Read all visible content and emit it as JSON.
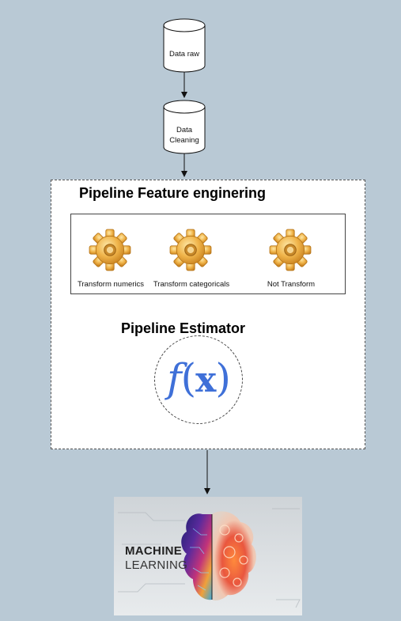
{
  "nodes": {
    "data_raw": "Data raw",
    "data_cleaning_line1": "Data",
    "data_cleaning_line2": "Cleaning"
  },
  "feature_pipeline": {
    "title": "Pipeline Feature enginering",
    "steps": [
      {
        "label": "Transform numerics",
        "icon": "gear-icon"
      },
      {
        "label": "Transform categoricals",
        "icon": "gear-icon"
      },
      {
        "label": "Not Transform",
        "icon": "gear-icon"
      }
    ]
  },
  "estimator": {
    "title": "Pipeline Estimator",
    "formula_f": "f",
    "formula_open": "(",
    "formula_x": "x",
    "formula_close": ")",
    "formula_color": "#3f70d8"
  },
  "ml_image": {
    "title": "MACHINE",
    "subtitle": "LEARNING",
    "icon": "brain-icon"
  },
  "colors": {
    "background": "#b9c9d5",
    "gear": "#e8a93a"
  }
}
